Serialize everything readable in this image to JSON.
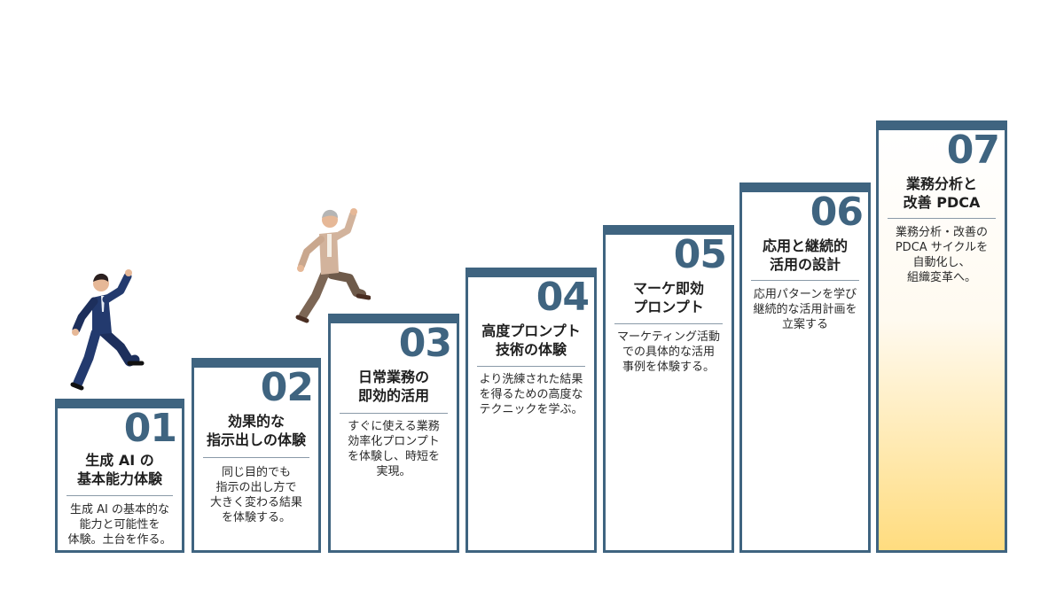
{
  "steps": [
    {
      "num": "01",
      "title": "生成 AI の\n基本能力体験",
      "desc": "生成 AI の基本的な\n能力と可能性を\n体験。土台を作る。"
    },
    {
      "num": "02",
      "title": "効果的な\n指示出しの体験",
      "desc": "同じ目的でも\n指示の出し方で\n大きく変わる結果\nを体験する。"
    },
    {
      "num": "03",
      "title": "日常業務の\n即効的活用",
      "desc": "すぐに使える業務\n効率化プロンプト\nを体験し、時短を\n実現。"
    },
    {
      "num": "04",
      "title": "高度プロンプト\n技術の体験",
      "desc": "より洗練された結果\nを得るための高度な\nテクニックを学ぶ。"
    },
    {
      "num": "05",
      "title": "マーケ即効\nプロンプト",
      "desc": "マーケティング活動\nでの具体的な活用\n事例を体験する。"
    },
    {
      "num": "06",
      "title": "応用と継続的\n活用の設計",
      "desc": "応用パターンを学び\n継続的な活用計画を\n立案する"
    },
    {
      "num": "07",
      "title": "業務分析と\n改善 PDCA",
      "desc": "業務分析・改善の\nPDCA サイクルを\n自動化し、\n組織変革へ。"
    }
  ],
  "colors": {
    "step_border": "#3f6480",
    "number": "#3f6480",
    "highlight": "#ffdc7f"
  },
  "icons": [
    "businessman-running-icon",
    "older-man-running-icon"
  ]
}
